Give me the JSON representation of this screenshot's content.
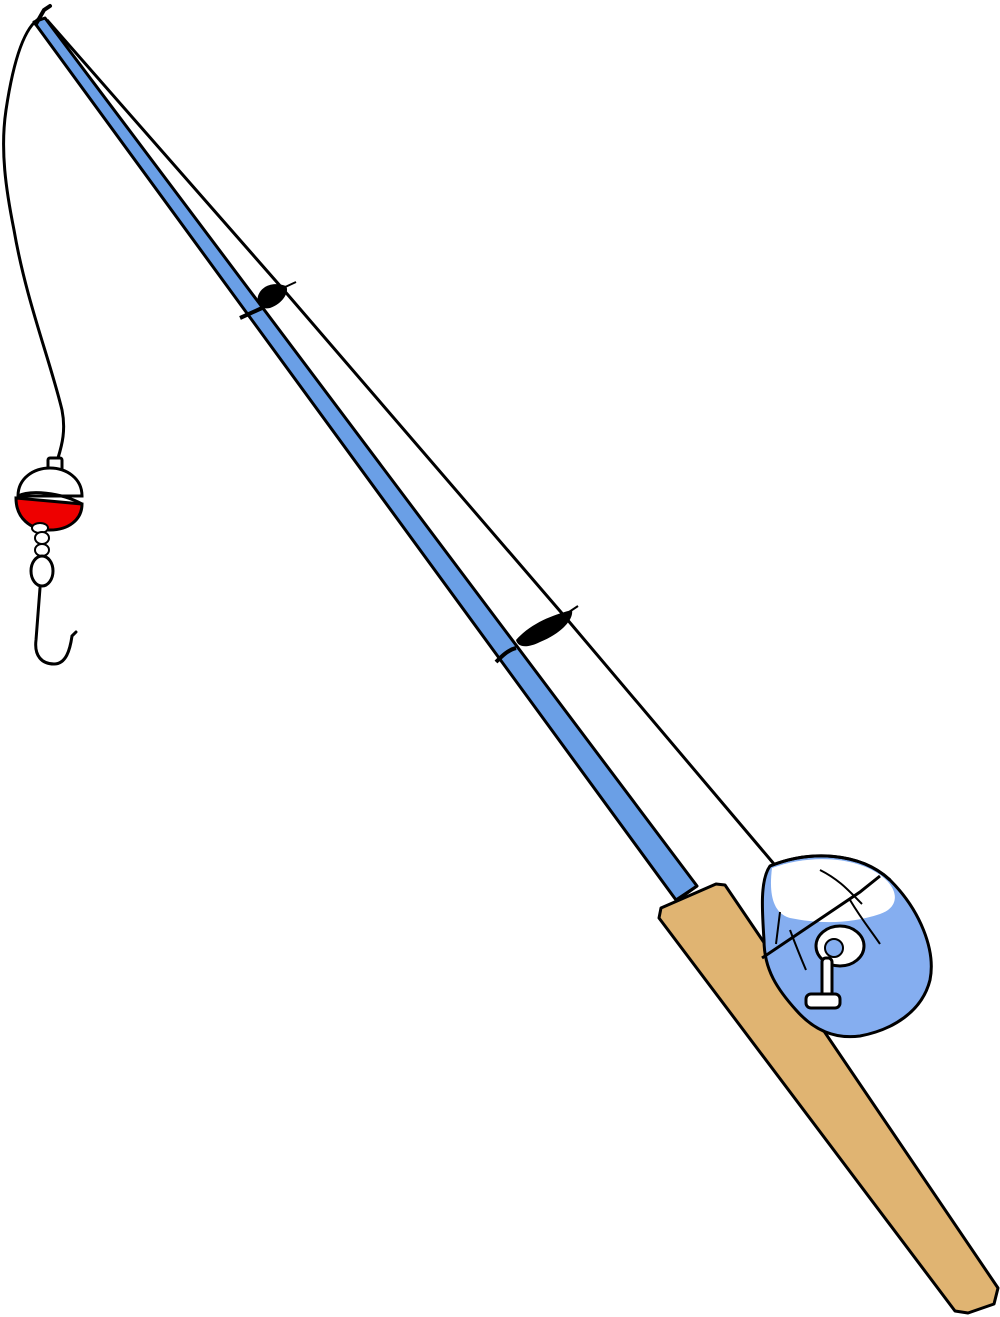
{
  "illustration": {
    "subject": "fishing-rod",
    "colors": {
      "background": "#ffffff",
      "outline": "#000000",
      "rod_blank": "#6a9fe6",
      "cork_handle": "#e0b472",
      "reel_cover": "#85aef0",
      "bobber_top": "#ffffff",
      "bobber_bottom": "#ee0000",
      "line": "#000000"
    },
    "parts": [
      "rod-tip",
      "rod-blank",
      "line-guide-upper",
      "line-guide-lower",
      "cork-handle",
      "spincast-reel",
      "reel-crank",
      "fishing-line",
      "bobber",
      "swivel",
      "fish-hook"
    ]
  }
}
